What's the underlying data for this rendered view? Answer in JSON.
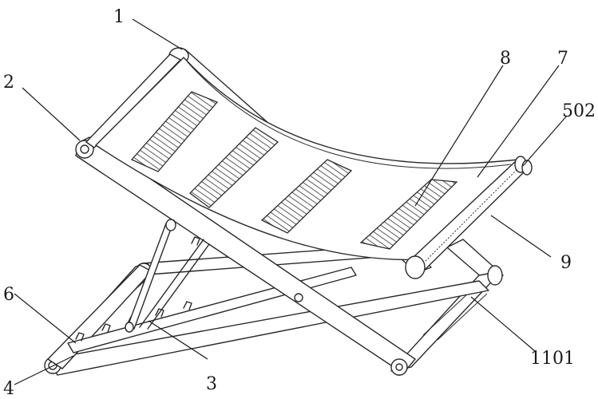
{
  "figure": {
    "labels": [
      {
        "id": "l1",
        "text": "1"
      },
      {
        "id": "l2",
        "text": "2"
      },
      {
        "id": "l8",
        "text": "8"
      },
      {
        "id": "l7",
        "text": "7"
      },
      {
        "id": "l502",
        "text": "502"
      },
      {
        "id": "l9",
        "text": "9"
      },
      {
        "id": "l6",
        "text": "6"
      },
      {
        "id": "l4",
        "text": "4"
      },
      {
        "id": "l3",
        "text": "3"
      },
      {
        "id": "l1101",
        "text": "1101"
      }
    ]
  }
}
